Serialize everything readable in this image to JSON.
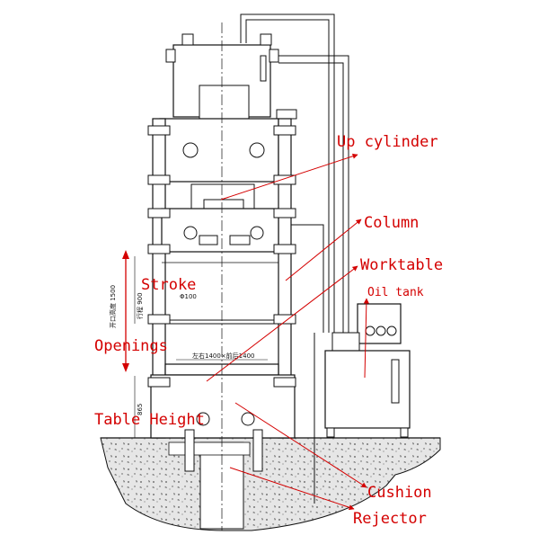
{
  "labels": {
    "up_cylinder": "Up cylinder",
    "column": "Column",
    "worktable": "Worktable",
    "oil_tank": "Oil tank",
    "stroke": "Stroke",
    "openings": "Openings",
    "table_height": "Table Height",
    "cushion": "Cushion",
    "rejector": "Rejector"
  },
  "dimensions": {
    "stroke_value": "行程 900",
    "opening_value": "开口高度 1500",
    "table_height_value": "865",
    "table_size": "左右1400×前后1400",
    "diameter": "Φ100"
  },
  "colors": {
    "annotation": "#d40000",
    "line": "#111111",
    "ground": "#e6e6e6"
  }
}
